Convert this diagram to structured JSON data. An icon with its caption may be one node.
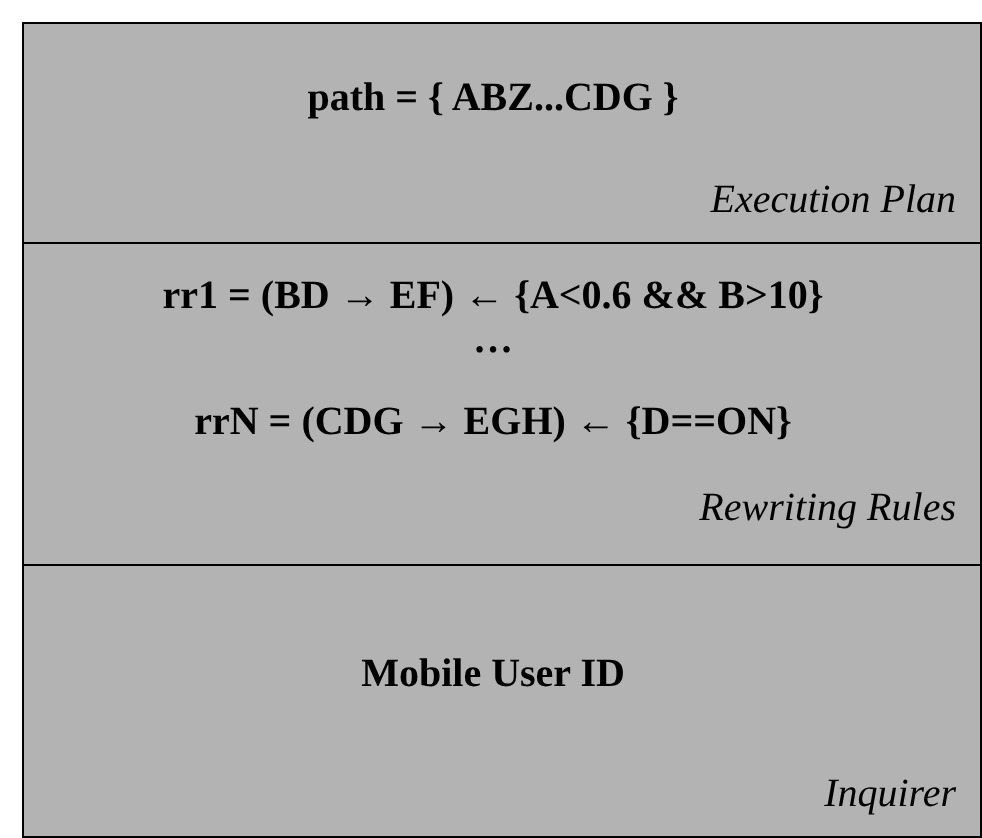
{
  "diagram": {
    "nodes": [
      {
        "text": [
          "path = { ABZ...CDG }",
          "Execution Plan"
        ]
      },
      {
        "text": [
          "rr1 = (BD → EF) ← {A<0.6 && B>10}",
          "…",
          "rrN = (CDG → EGH) ← {D==ON}",
          "Rewriting Rules"
        ]
      },
      {
        "text": [
          "Mobile User ID",
          "Inquirer"
        ]
      }
    ]
  }
}
